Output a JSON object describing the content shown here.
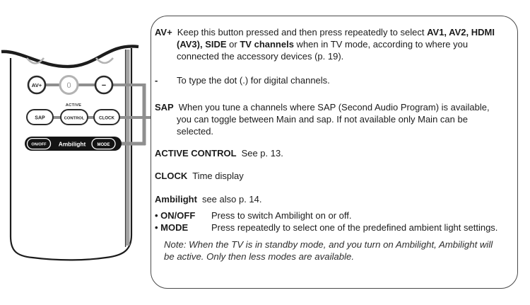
{
  "palette": {
    "ink": "#1c1c1c",
    "outline_dark": "#2b2b2b",
    "connector_gray": "#8f8f8f",
    "light_gray": "#b3b3b3",
    "bar_black": "#141414",
    "panel_border": "#4a4a4a"
  },
  "remote": {
    "row1": {
      "av_plus": "AV+",
      "zero": "0",
      "minus": "−"
    },
    "active_label": "ACTIVE",
    "row2": {
      "sap": "SAP",
      "control": "CONTROL",
      "clock": "CLOCK"
    },
    "bar": {
      "onoff": "ON/OFF",
      "label": "Ambilight",
      "mode": "MODE"
    }
  },
  "panel": {
    "av": {
      "term": "AV+",
      "p0": "Keep this button pressed and then press repeatedly to select ",
      "b1": "AV1, AV2, HDMI (AV3), SIDE",
      "p2": " or ",
      "b3": "TV channels",
      "p4": " when in TV mode, according to where you connected the accessory devices (p. 19)."
    },
    "dot": {
      "term": "-",
      "desc": "To type the dot (.) for digital channels."
    },
    "sap": {
      "term": "SAP",
      "desc": "When you tune a channels where SAP (Second Audio Program) is available, you can toggle between Main and sap. If not available only Main can be selected."
    },
    "active_control": {
      "term": "ACTIVE CONTROL",
      "desc": "See p. 13."
    },
    "clock": {
      "term": "CLOCK",
      "desc": "Time display"
    },
    "ambilight": {
      "term": "Ambilight",
      "desc": "see also p. 14."
    },
    "bullets": [
      {
        "term": "• ON/OFF",
        "desc": "Press to switch Ambilight on or off."
      },
      {
        "term": "• MODE",
        "desc": "Press repeatedly to select one of the predefined ambient light settings."
      }
    ],
    "note": "Note: When the TV is in standby mode, and you turn on Ambilight, Ambilight will be active. Only then less modes are available."
  }
}
